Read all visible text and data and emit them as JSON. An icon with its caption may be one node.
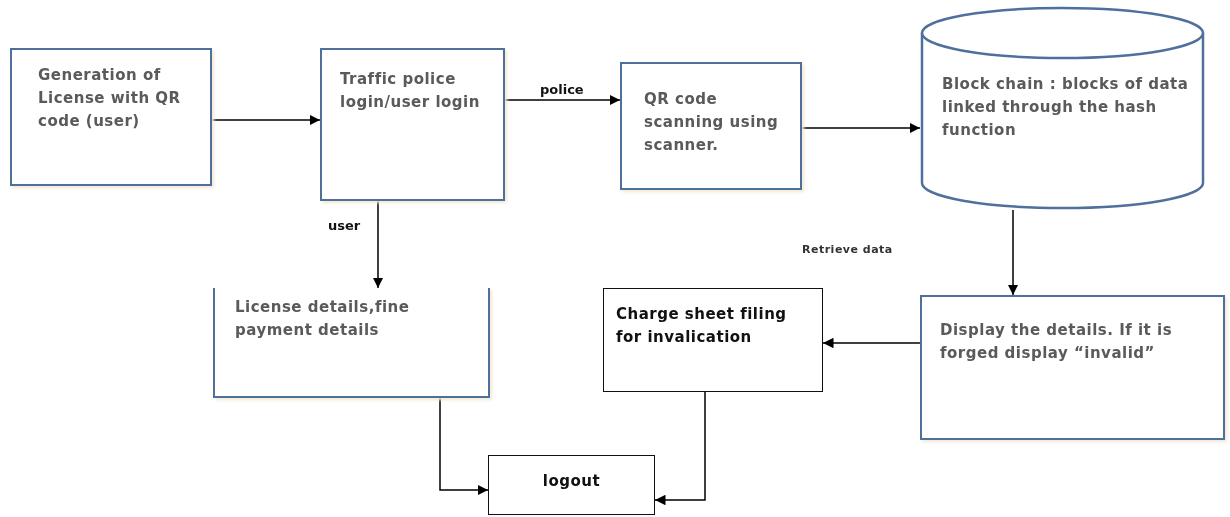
{
  "diagram": {
    "nodes": [
      {
        "text": [
          "Generation of License with QR code (user)"
        ]
      },
      {
        "text": [
          "Traffic police login/user login"
        ]
      },
      {
        "text": [
          "QR code scanning using scanner."
        ]
      },
      {
        "text": [
          "**Block chain** : blocks of data linked through the hash function"
        ]
      },
      {
        "text": [
          "License details,fine payment details"
        ]
      },
      {
        "text": [
          "Charge sheet filing for invalication"
        ]
      },
      {
        "text": [
          "Display the details. If it is forged display “invalid”"
        ]
      },
      {
        "text": [
          "logout"
        ]
      }
    ],
    "edges": [
      {
        "from": 0,
        "to": 1,
        "arrow": "to"
      },
      {
        "from": 1,
        "to": 2,
        "arrow": "to",
        "label": "police"
      },
      {
        "from": 2,
        "to": 3,
        "arrow": "to"
      },
      {
        "from": 1,
        "to": 4,
        "arrow": "to",
        "label": "user"
      },
      {
        "from": 3,
        "to": 6,
        "arrow": "to"
      },
      {
        "from": 6,
        "to": 5,
        "arrow": "to"
      },
      {
        "from": 4,
        "to": 7,
        "arrow": "to"
      },
      {
        "from": 5,
        "to": 7,
        "arrow": "to"
      }
    ],
    "labels": [
      "Retrieve data"
    ]
  }
}
